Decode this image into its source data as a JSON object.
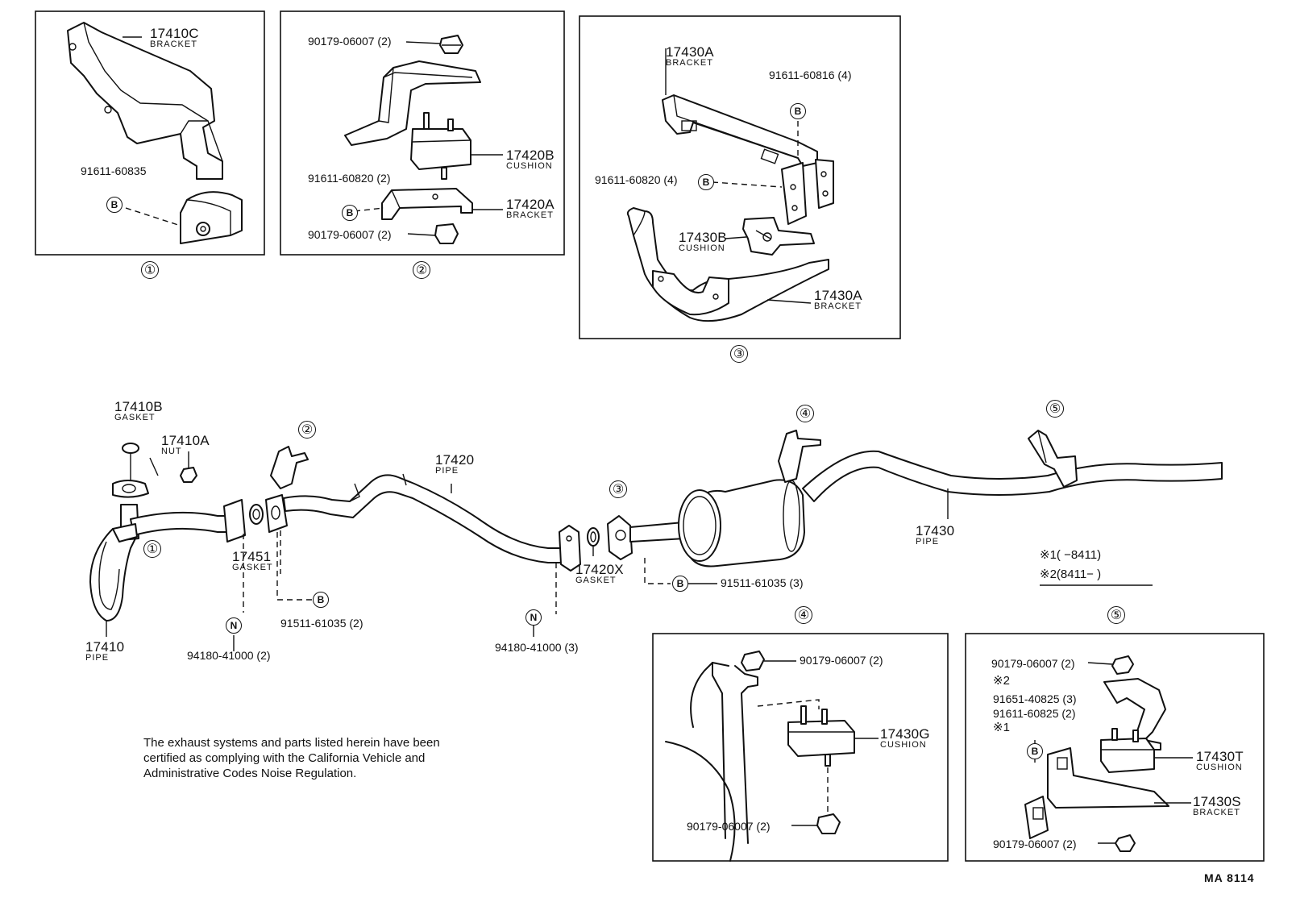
{
  "boxes": [
    {
      "index": "①"
    },
    {
      "index": "②"
    },
    {
      "index": "③"
    },
    {
      "index": "④"
    },
    {
      "index": "⑤"
    }
  ],
  "labels": {
    "b1_17410c": "17410C",
    "b1_17410c_sub": "BRACKET",
    "b1_91611_60835": "91611-60835",
    "b2_90179_top": "90179-06007 (2)",
    "b2_17420b": "17420B",
    "b2_17420b_sub": "CUSHION",
    "b2_91611_60820": "91611-60820 (2)",
    "b2_17420a": "17420A",
    "b2_17420a_sub": "BRACKET",
    "b2_90179_bot": "90179-06007 (2)",
    "b3_17430a_top": "17430A",
    "b3_17430a_top_sub": "BRACKET",
    "b3_91611_60816": "91611-60816 (4)",
    "b3_91611_60820": "91611-60820 (4)",
    "b3_17430b": "17430B",
    "b3_17430b_sub": "CUSHION",
    "b3_17430a_bot": "17430A",
    "b3_17430a_bot_sub": "BRACKET",
    "m_17410b": "17410B",
    "m_17410b_sub": "GASKET",
    "m_17410a": "17410A",
    "m_17410a_sub": "NUT",
    "m_17420": "17420",
    "m_17420_sub": "PIPE",
    "m_17451": "17451",
    "m_17451_sub": "GASKET",
    "m_17410": "17410",
    "m_17410_sub": "PIPE",
    "m_94180_2": "94180-41000 (2)",
    "m_91511_2": "91511-61035 (2)",
    "m_17420x": "17420X",
    "m_17420x_sub": "GASKET",
    "m_94180_3": "94180-41000 (3)",
    "m_91511_3": "91511-61035 (3)",
    "m_17430": "17430",
    "m_17430_sub": "PIPE",
    "m_note1": "※1(      −8411)",
    "m_note2": "※2(8411−        )",
    "b4_90179_top": "90179-06007 (2)",
    "b4_17430g": "17430G",
    "b4_17430g_sub": "CUSHION",
    "b4_90179_bot": "90179-06007 (2)",
    "b5_90179_top": "90179-06007 (2)",
    "b5_ast2": "※2",
    "b5_91651": "91651-40825 (3)",
    "b5_91611": "91611-60825 (2)",
    "b5_ast1": "※1",
    "b5_17430t": "17430T",
    "b5_17430t_sub": "CUSHION",
    "b5_17430s": "17430S",
    "b5_17430s_sub": "BRACKET",
    "b5_90179_bot": "90179-06007 (2)"
  },
  "symbols": {
    "bolt": "B",
    "nut": "N"
  },
  "notice": [
    "The exhaust systems and parts listed herein have been",
    "certified as complying with the California Vehicle and",
    "Administrative Codes Noise Regulation."
  ],
  "figure_code": "MA  8114"
}
